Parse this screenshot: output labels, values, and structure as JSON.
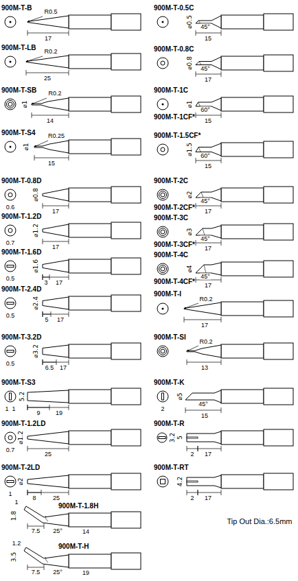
{
  "diagram": {
    "labels": [
      "900M-T-B",
      "R0.5",
      "17",
      "900M-T-LB",
      "R0.2",
      "25",
      "900M-T-SB",
      "R0.2",
      "⌀1",
      "14",
      "900M-T-S4",
      "R0.25",
      "⌀1",
      "15",
      "900M-T-0.8D",
      "⌀0.8",
      "0.6",
      "17",
      "900M-T-1.2D",
      "⌀1.2",
      "0.7",
      "17",
      "900M-T-1.6D",
      "⌀1.6",
      "0.5",
      "3",
      "17",
      "900M-T-2.4D",
      "⌀2.4",
      "0.5",
      "5",
      "17",
      "900M-T-3.2D",
      "⌀3.2",
      "0.5",
      "6.5",
      "17",
      "900M-T-S3",
      "5.2",
      "1",
      "1",
      "9",
      "19",
      "900M-T-1.2LD",
      "⌀1.2",
      "0.7",
      "25",
      "900M-T-2LD",
      "⌀2",
      "1",
      "8",
      "25",
      "900M-T-1.8H",
      "1",
      "1.8",
      "7.5",
      "25°",
      "14",
      "900M-T-H",
      "1.2",
      "3.5",
      "7.5",
      "25°",
      "19",
      "900M-T-0.5C",
      "⌀0.5",
      "45°",
      "15",
      "900M-T-0.8C",
      "⌀0.8",
      "45°",
      "17",
      "900M-T-1C",
      "⌀1",
      "60°",
      "15",
      "900M-T-1CF*",
      "900M-T-1.5CF*",
      "⌀1.5",
      "60°",
      "15",
      "900M-T-2C",
      "⌀2",
      "45°",
      "17",
      "900M-T-2CF*",
      "900M-T-3C",
      "⌀3",
      "45°",
      "17",
      "900M-T-3CF*",
      "900M-T-4C",
      "⌀4",
      "45°",
      "17",
      "900M-T-4CF*",
      "900M-T-I",
      "R0.2",
      "17",
      "900M-T-SI",
      "R0.2",
      "13",
      "900M-T-K",
      "⌀5",
      "2",
      "45°",
      "15",
      "900M-T-R",
      "3.2",
      "5",
      "2",
      "17",
      "900M-T-RT",
      "4.2",
      "2",
      "17",
      "Tip Out Dia.:6.5mm"
    ]
  }
}
